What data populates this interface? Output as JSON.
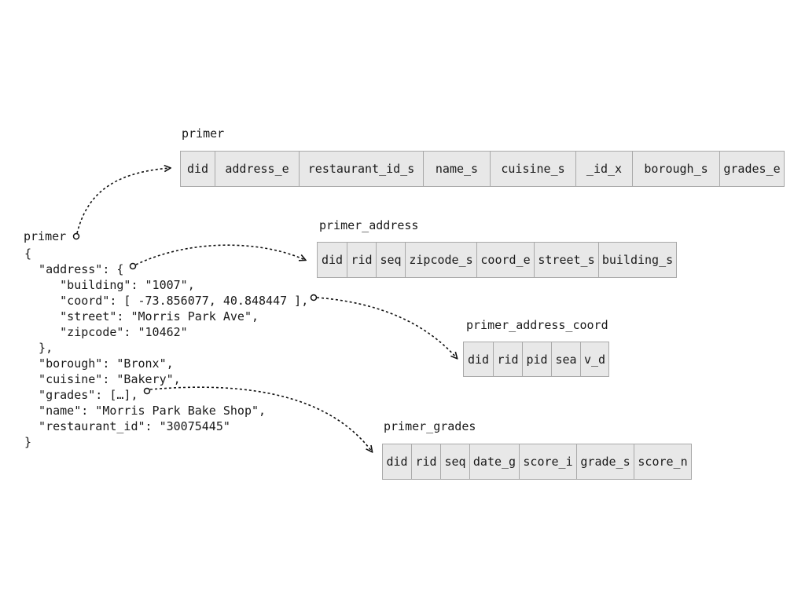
{
  "tables": {
    "primer": {
      "title": "primer",
      "columns": [
        "did",
        "address_e",
        "restaurant_id_s",
        "name_s",
        "cuisine_s",
        "_id_x",
        "borough_s",
        "grades_e"
      ]
    },
    "primer_address": {
      "title": "primer_address",
      "columns": [
        "did",
        "rid",
        "seq",
        "zipcode_s",
        "coord_e",
        "street_s",
        "building_s"
      ]
    },
    "primer_address_coord": {
      "title": "primer_address_coord",
      "columns": [
        "did",
        "rid",
        "pid",
        "sea",
        "v_d"
      ]
    },
    "primer_grades": {
      "title": "primer_grades",
      "columns": [
        "did",
        "rid",
        "seq",
        "date_g",
        "score_i",
        "grade_s",
        "score_n"
      ]
    }
  },
  "document": {
    "label": "primer",
    "lines": [
      "{",
      "  \"address\": {",
      "     \"building\": \"1007\",",
      "     \"coord\": [ -73.856077, 40.848447 ],",
      "     \"street\": \"Morris Park Ave\",",
      "     \"zipcode\": \"10462\"",
      "  },",
      "  \"borough\": \"Bronx\",",
      "  \"cuisine\": \"Bakery\",",
      "  \"grades\": […],",
      "  \"name\": \"Morris Park Bake Shop\",",
      "  \"restaurant_id\": \"30075445\"",
      "}"
    ]
  }
}
